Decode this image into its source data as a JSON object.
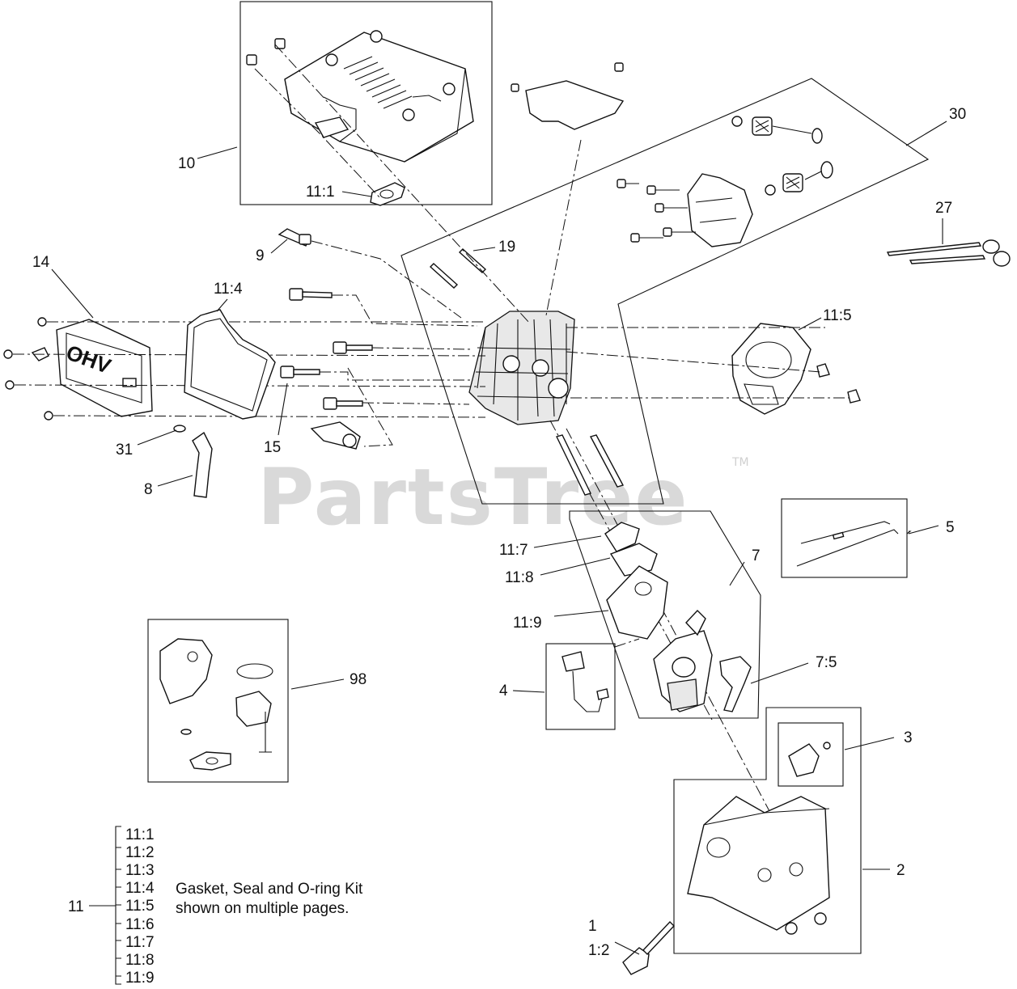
{
  "watermark": {
    "text": "PartsTree",
    "trademark": "TM"
  },
  "callouts": {
    "c1": "1",
    "c1_2": "1:2",
    "c2": "2",
    "c3": "3",
    "c4": "4",
    "c5": "5",
    "c7": "7",
    "c7_5": "7:5",
    "c8": "8",
    "c9": "9",
    "c10": "10",
    "c11_1": "11:1",
    "c11_4": "11:4",
    "c11_5": "11:5",
    "c11_7": "11:7",
    "c11_8": "11:8",
    "c11_9": "11:9",
    "c14": "14",
    "c15": "15",
    "c19": "19",
    "c27": "27",
    "c30": "30",
    "c31": "31",
    "c98": "98"
  },
  "kit": {
    "number": "11",
    "items": [
      "11:1",
      "11:2",
      "11:3",
      "11:4",
      "11:5",
      "11:6",
      "11:7",
      "11:8",
      "11:9"
    ],
    "description_line1": "Gasket, Seal and O-ring Kit",
    "description_line2": "shown on multiple pages."
  },
  "valve_cover_text": "OHV"
}
